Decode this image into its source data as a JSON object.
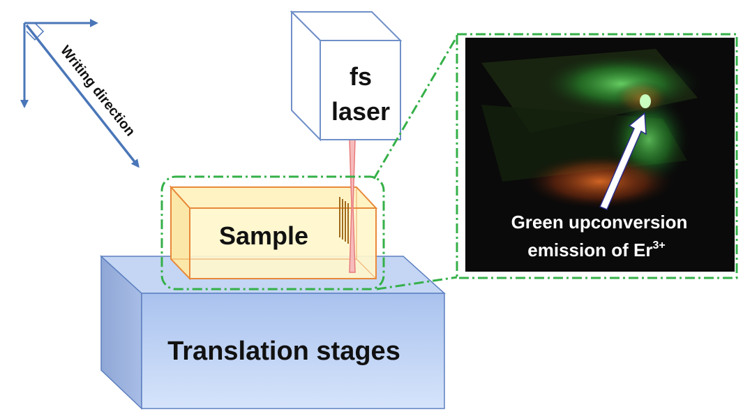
{
  "labels": {
    "laser_line1": "fs",
    "laser_line2": "laser",
    "sample": "Sample",
    "stages": "Translation stages",
    "writing_direction": "Writing direction",
    "inset_line1": "Green upconversion",
    "inset_line2_prefix": "emission of Er",
    "inset_superscript": "3+"
  },
  "colors": {
    "axis_arrows": "#4a76b8",
    "stage_fill": "#b7cdf0",
    "stage_stroke": "#5c7fbf",
    "sample_fill": "#fff4c2",
    "sample_stroke": "#e8893a",
    "laser_box_stroke": "#6f8fc8",
    "beam": "#e87a7a",
    "zoom_outline": "#35b048",
    "inset_background": "#0a0a0a",
    "inset_text": "#ffffff"
  },
  "icons": {
    "axes": "xy-axis-arrows-icon",
    "writing_direction": "diagonal-double-arrow-icon",
    "emission_pointer": "white-arrow-icon"
  }
}
